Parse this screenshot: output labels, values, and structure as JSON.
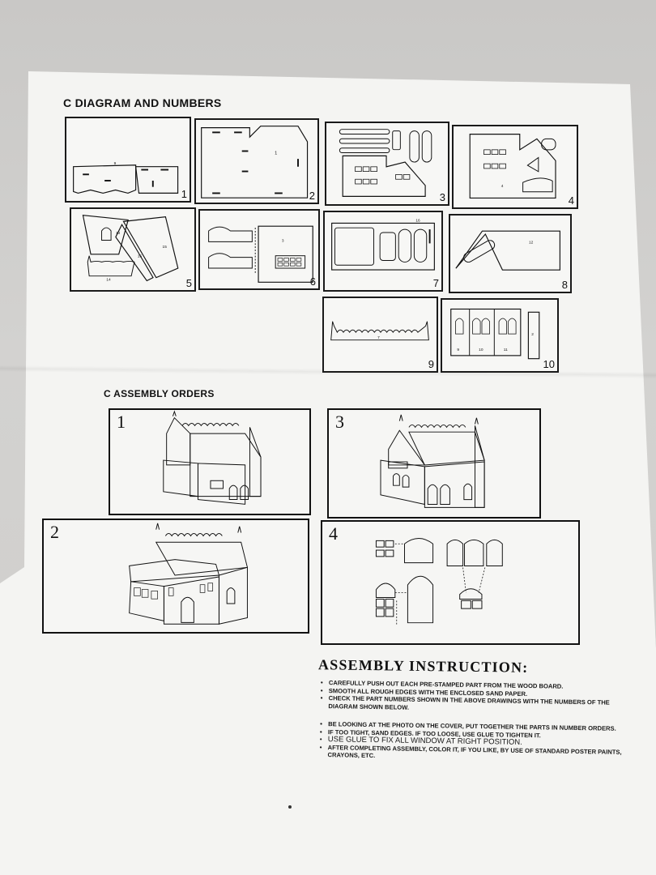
{
  "diagram_heading": "C  DIAGRAM  AND NUMBERS",
  "assembly_heading": "C   ASSEMBLY ORDERS",
  "parts": [
    {
      "number": "1",
      "labels": [
        "9",
        "2"
      ]
    },
    {
      "number": "2",
      "labels": [
        "1"
      ]
    },
    {
      "number": "3",
      "labels": []
    },
    {
      "number": "4",
      "labels": [
        "4"
      ]
    },
    {
      "number": "5",
      "labels": [
        "13",
        "15",
        "15",
        "14"
      ]
    },
    {
      "number": "6",
      "labels": [
        "3"
      ]
    },
    {
      "number": "7",
      "labels": [
        "16"
      ]
    },
    {
      "number": "8",
      "labels": [
        "12"
      ]
    },
    {
      "number": "9",
      "labels": [
        "7"
      ]
    },
    {
      "number": "10",
      "labels": [
        "9",
        "10",
        "11",
        "2"
      ]
    }
  ],
  "steps": [
    {
      "number": "1"
    },
    {
      "number": "2"
    },
    {
      "number": "3"
    },
    {
      "number": "4"
    }
  ],
  "instructions": {
    "title": "ASSEMBLY INSTRUCTION:",
    "items": [
      "CAREFULLY PUSH OUT EACH PRE-STAMPED PART FROM THE WOOD BOARD.",
      "SMOOTH ALL ROUGH EDGES WITH THE ENCLOSED SAND PAPER.",
      "CHECK THE PART NUMBERS SHOWN IN THE ABOVE DRAWINGS WITH THE NUMBERS OF THE DIAGRAM SHOWN BELOW.",
      "BE LOOKING AT THE PHOTO ON THE COVER, PUT TOGETHER THE PARTS IN NUMBER ORDERS.",
      "IF TOO TIGHT, SAND EDGES. IF TOO LOOSE, USE GLUE TO TIGHTEN IT.",
      "USE GLUE TO FIX ALL WINDOW AT RIGHT POSITION.",
      "AFTER COMPLETING ASSEMBLY, COLOR IT, IF YOU LIKE, BY USE OF STANDARD POSTER PAINTS, CRAYONS, ETC."
    ]
  }
}
